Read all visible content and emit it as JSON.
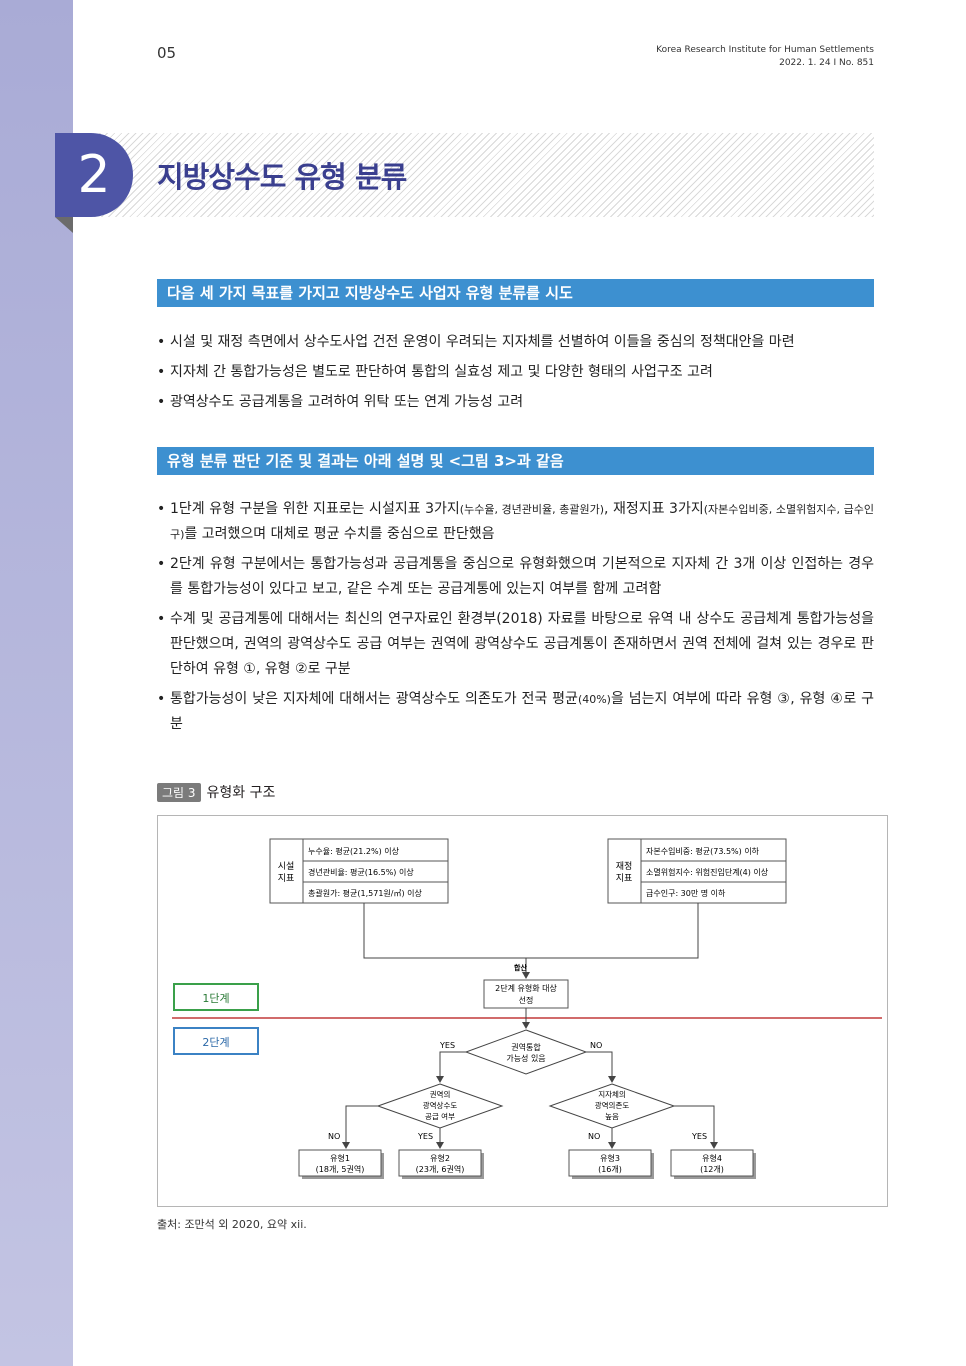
{
  "header": {
    "page_number": "05",
    "publisher": "Korea Research Institute for Human Settlements",
    "issue": "2022. 1. 24  I  No. 851"
  },
  "section": {
    "number": "2",
    "title": "지방상수도 유형 분류"
  },
  "block1": {
    "heading": "다음 세 가지 목표를 가지고 지방상수도 사업자 유형 분류를 시도",
    "bullets": [
      "시설 및 재정 측면에서 상수도사업 건전 운영이 우려되는 지자체를 선별하여 이들을 중심의 정책대안을 마련",
      "지자체 간 통합가능성은 별도로 판단하여 통합의 실효성 제고 및 다양한 형태의 사업구조 고려",
      "광역상수도 공급계통을 고려하여 위탁 또는 연계 가능성 고려"
    ]
  },
  "block2": {
    "heading": "유형 분류 판단 기준 및 결과는 아래 설명 및 <그림 3>과 같음",
    "b1_text_a": "1단계 유형 구분을 위한 지표로는 시설지표 3가지",
    "b1_small_a": "(누수율, 경년관비율, 총괄원가)",
    "b1_text_b": ", 재정지표 3가지",
    "b1_small_b": "(자본수입비중, 소멸위험지수, 급수인구)",
    "b1_text_c": "를 고려했으며 대체로 평균 수치를 중심으로 판단했음",
    "b2": "2단계 유형 구분에서는 통합가능성과 공급계통을 중심으로 유형화했으며 기본적으로 지자체 간 3개 이상 인접하는 경우를 통합가능성이 있다고 보고, 같은 수계 또는 공급계통에 있는지 여부를 함께 고려함",
    "b3": "수계 및 공급계통에 대해서는 최신의 연구자료인 환경부(2018) 자료를 바탕으로 유역 내 상수도 공급체계 통합가능성을 판단했으며, 권역의 광역상수도 공급 여부는 권역에 광역상수도 공급계통이 존재하면서 권역 전체에 걸쳐 있는 경우로 판단하여 유형 ①, 유형 ②로 구분",
    "b4_text_a": "통합가능성이 낮은 지자체에 대해서는 광역상수도 의존도가 전국 평균",
    "b4_small": "(40%)",
    "b4_text_b": "을 넘는지 여부에 따라 유형 ③, 유형 ④로 구분"
  },
  "figure": {
    "tag": "그림 3",
    "caption": "유형화 구조",
    "facility_label_1": "시설",
    "facility_label_2": "지표",
    "facility_items": [
      "누수율: 평균(21.2%) 이상",
      "경년관비율: 평균(16.5%) 이상",
      "총괄원가: 평균(1,571원/㎥) 이상"
    ],
    "finance_label_1": "재정",
    "finance_label_2": "지표",
    "finance_items": [
      "자본수입비중: 평균(73.5%) 이하",
      "소멸위험지수: 위험진입단계(4) 이상",
      "급수인구: 30만 명 이하"
    ],
    "sum_label": "합산",
    "target_line1": "2단계 유형화 대상",
    "target_line2": "선정",
    "stage1": "1단계",
    "stage2": "2단계",
    "d1_line1": "권역통합",
    "d1_line2": "가능성 있음",
    "d2_line1": "권역의",
    "d2_line2": "광역상수도",
    "d2_line3": "공급 여부",
    "d3_line1": "지자체의",
    "d3_line2": "광역의존도",
    "d3_line3": "높음",
    "yes": "YES",
    "no": "NO",
    "types": [
      {
        "name": "유형1",
        "detail": "(18개, 5권역)"
      },
      {
        "name": "유형2",
        "detail": "(23개, 6권역)"
      },
      {
        "name": "유형3",
        "detail": "(16개)"
      },
      {
        "name": "유형4",
        "detail": "(12개)"
      }
    ],
    "colors": {
      "stage1": "#3aa04a",
      "stage2": "#3b82c4",
      "divider": "#c23a3a"
    }
  },
  "source": "출처: 조만석 외 2020, 요약 xii."
}
